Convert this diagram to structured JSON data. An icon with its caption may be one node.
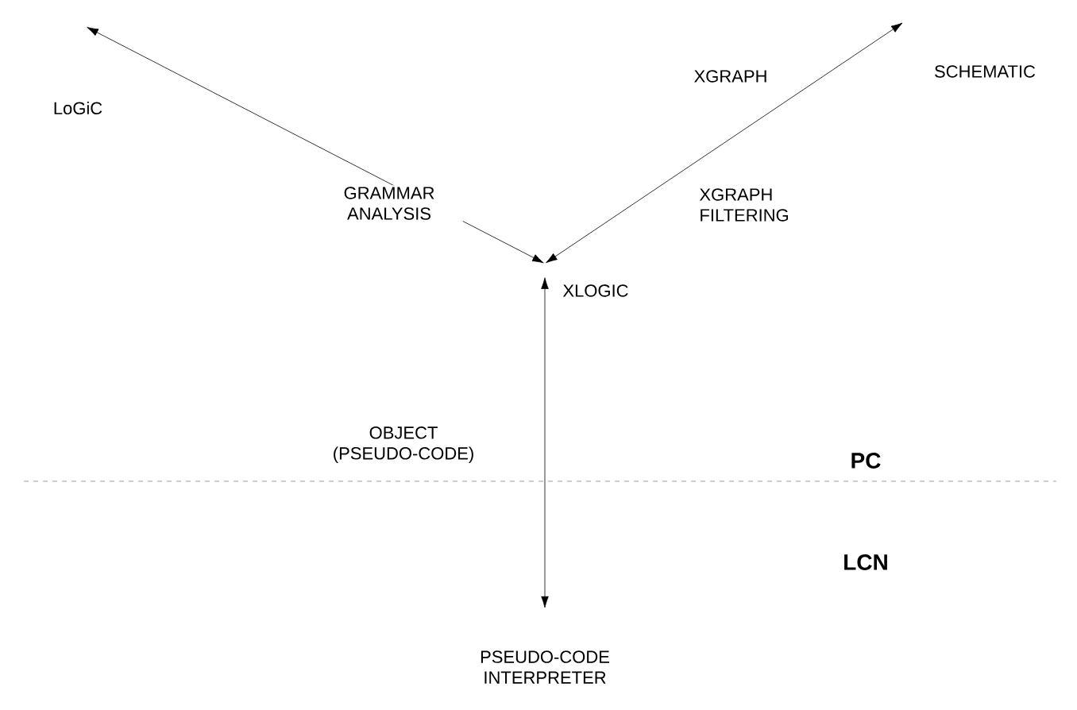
{
  "diagram": {
    "nodes": [
      {
        "text": [
          "LoGiC"
        ]
      },
      {
        "text": [
          "SCHEMATIC"
        ]
      },
      {
        "text": [
          "XLOGIC"
        ]
      },
      {
        "text": [
          "PSEUDO-CODE INTERPRETER"
        ]
      }
    ],
    "edges": [
      {
        "from": 2,
        "to": 0,
        "arrow": "both",
        "label": "GRAMMAR ANALYSIS"
      },
      {
        "from": 2,
        "to": 1,
        "arrow": "both",
        "label": "XGRAPH FILTERING"
      },
      {
        "from": 2,
        "to": 3,
        "arrow": "both",
        "label": "OBJECT (PSEUDO-CODE)"
      }
    ],
    "labels": [
      "XGRAPH",
      "PC",
      "LCN"
    ]
  }
}
